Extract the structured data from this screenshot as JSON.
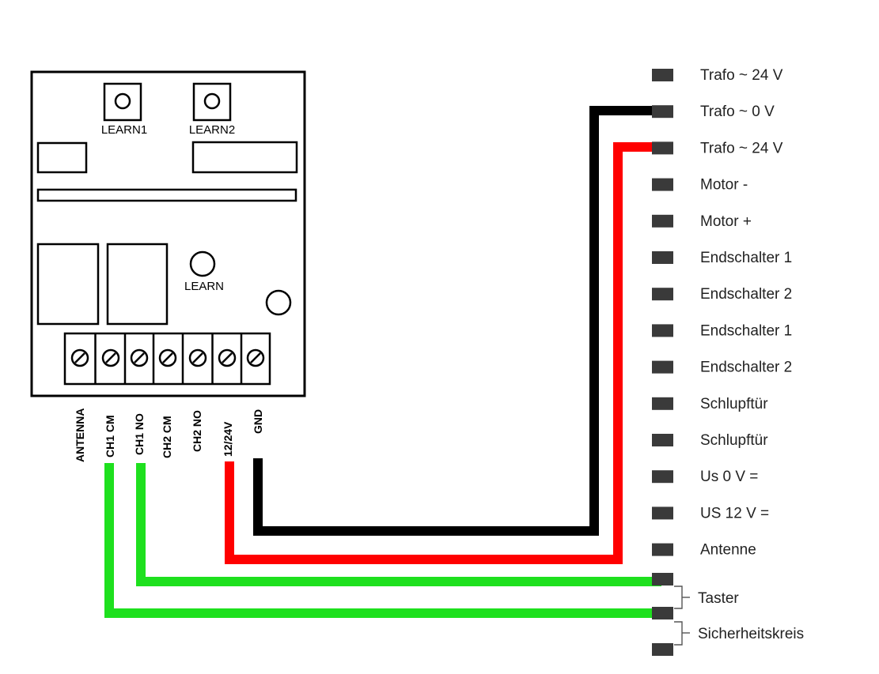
{
  "board": {
    "buttons": [
      {
        "label": "LEARN1"
      },
      {
        "label": "LEARN2"
      }
    ],
    "learn_label": "LEARN",
    "terminals": [
      {
        "label": "ANTENNA"
      },
      {
        "label": "CH1 CM"
      },
      {
        "label": "CH1 NO"
      },
      {
        "label": "CH2 CM"
      },
      {
        "label": "CH2 NO"
      },
      {
        "label": "12/24V"
      },
      {
        "label": "GND"
      }
    ]
  },
  "terminal_block": {
    "items": [
      {
        "label": "Trafo ~ 24 V"
      },
      {
        "label": "Trafo ~ 0 V"
      },
      {
        "label": "Trafo ~ 24 V"
      },
      {
        "label": "Motor -"
      },
      {
        "label": "Motor +"
      },
      {
        "label": "Endschalter 1"
      },
      {
        "label": "Endschalter 2"
      },
      {
        "label": "Endschalter 1"
      },
      {
        "label": "Endschalter 2"
      },
      {
        "label": "Schlupftür"
      },
      {
        "label": "Schlupftür"
      },
      {
        "label": "Us 0 V ="
      },
      {
        "label": "US 12 V ="
      },
      {
        "label": "Antenne"
      }
    ],
    "groups": [
      {
        "label": "Taster"
      },
      {
        "label": "Sicherheitskreis"
      }
    ]
  },
  "wires": [
    {
      "color": "#000000",
      "from": "GND",
      "to": "Trafo ~ 0 V"
    },
    {
      "color": "#ff0000",
      "from": "12/24V",
      "to": "Trafo ~ 24 V"
    },
    {
      "color": "#1ee01e",
      "from": "CH1 NO",
      "to": "Taster"
    },
    {
      "color": "#1ee01e",
      "from": "CH1 CM",
      "to": "Taster / Sicherheitskreis"
    }
  ]
}
